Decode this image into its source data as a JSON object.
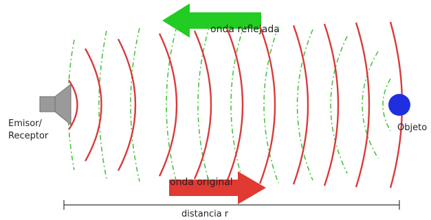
{
  "labels": {
    "reflected_wave": "onda reflejada",
    "original_wave": "onda original",
    "emitter_line1": "Emisor/",
    "emitter_line2": "Receptor",
    "object": "Objeto",
    "distance": "distancia r"
  },
  "colors": {
    "original_wave": "#d93a3a",
    "reflected_wave": "#49c23d",
    "original_arrow": "#e03a32",
    "reflected_arrow": "#22cc22",
    "object": "#1f2fe0",
    "emitter": "#9a9a9a",
    "text": "#222222",
    "dimension_line": "#333333"
  },
  "icons": {
    "emitter": "loudspeaker-icon",
    "object": "sphere-icon"
  }
}
